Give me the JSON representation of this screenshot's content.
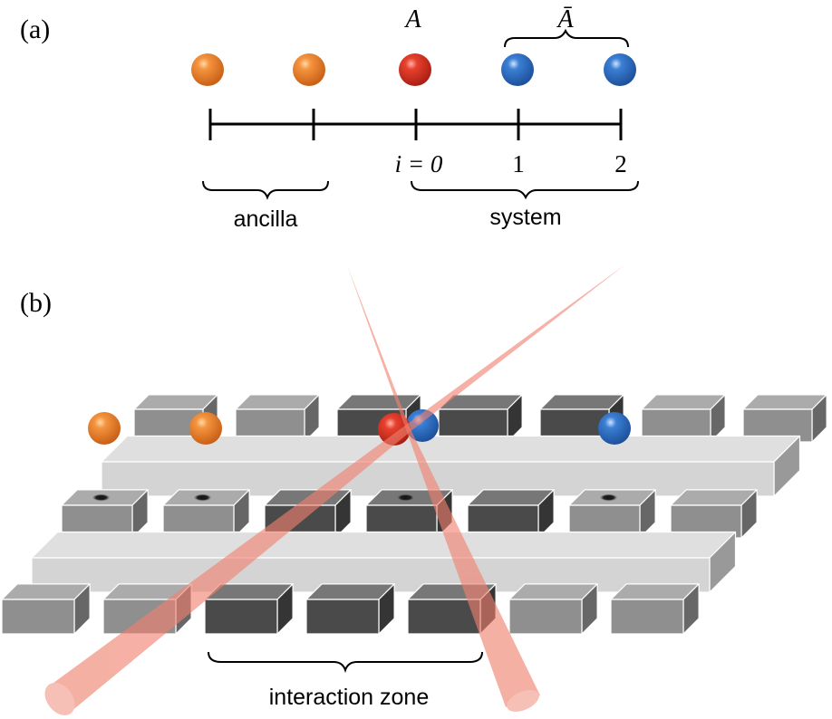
{
  "panel_a": {
    "label": "(a)",
    "label_A": "A",
    "label_Abar": "Ā",
    "ticks": [
      "i = 0",
      "1",
      "2"
    ],
    "ancilla_label": "ancilla",
    "system_label": "system"
  },
  "panel_b": {
    "label": "(b)",
    "zone_label": "interaction zone"
  },
  "colors": {
    "ancilla_atom": "#e8792a",
    "subsystem_A_atom": "#e0362a",
    "subsystem_Abar_atom": "#2f6fc2",
    "laser_beam": "#f0806e",
    "electrode_light": "#8f8f8f",
    "electrode_dark": "#4a4a4a",
    "rail": "#d4d4d4"
  }
}
